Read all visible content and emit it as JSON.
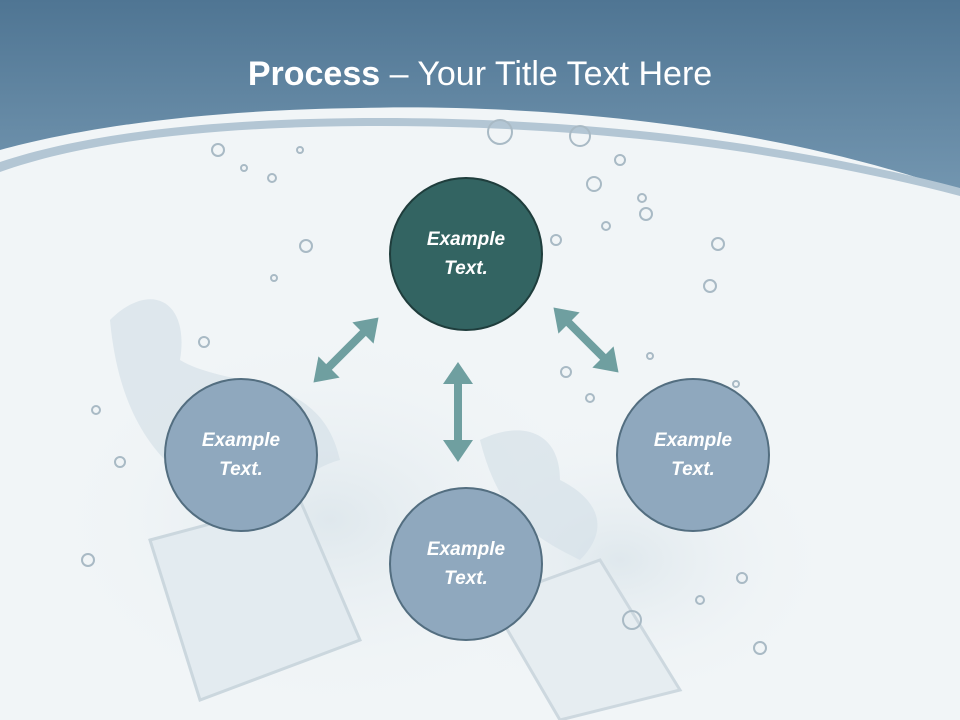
{
  "slide": {
    "title_bold": "Process",
    "title_rest": " – Your Title Text Here"
  },
  "diagram": {
    "nodes": [
      {
        "id": "top",
        "label": "Example Text."
      },
      {
        "id": "left",
        "label": "Example Text."
      },
      {
        "id": "bottom",
        "label": "Example Text."
      },
      {
        "id": "right",
        "label": "Example Text."
      }
    ],
    "connectors": [
      {
        "from": "top",
        "to": "left",
        "style": "double-arrow"
      },
      {
        "from": "top",
        "to": "bottom",
        "style": "double-arrow"
      },
      {
        "from": "top",
        "to": "right",
        "style": "double-arrow"
      }
    ]
  },
  "colors": {
    "header_band": "#5f86a2",
    "primary_node": "#336462",
    "secondary_node": "#8fa8be",
    "arrow": "#6f9fa0",
    "background": "#f1f5f7"
  }
}
